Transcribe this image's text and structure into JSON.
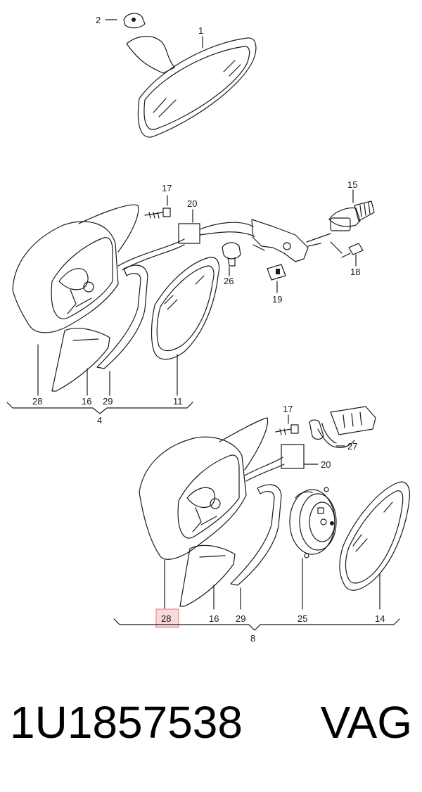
{
  "labels": {
    "top": {
      "c1": "1",
      "c2": "2"
    },
    "g4": {
      "c17": "17",
      "c20": "20",
      "c15": "15",
      "c26": "26",
      "c19": "19",
      "c18": "18",
      "c28": "28",
      "c16": "16",
      "c29": "29",
      "c11": "11",
      "group": "4"
    },
    "g8": {
      "c17": "17",
      "c27": "27",
      "c20": "20",
      "c28": "28",
      "c16": "16",
      "c29": "29",
      "c25": "25",
      "c14": "14",
      "group": "8"
    }
  },
  "footer": {
    "part_number": "1U1857538",
    "manufacturer": "VAG"
  },
  "colors": {
    "line": "#1a1a1a",
    "highlight_fill": "#f9d7da",
    "highlight_stroke": "#e07d86"
  }
}
